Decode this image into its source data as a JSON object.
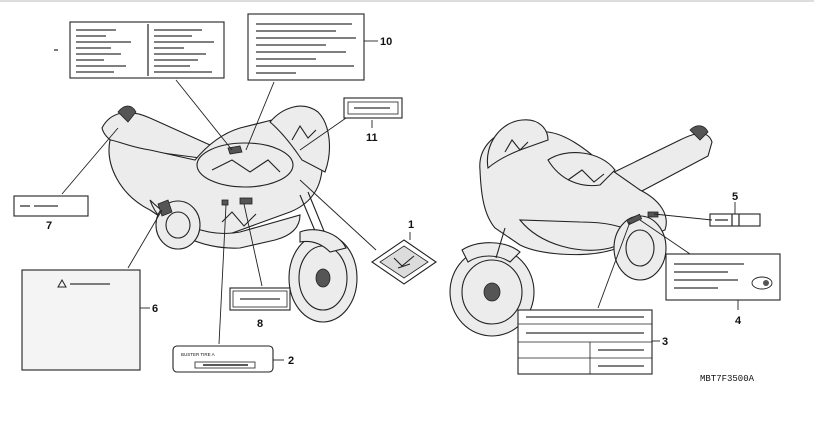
{
  "diagram": {
    "callouts": [
      {
        "id": "1",
        "label": "1"
      },
      {
        "id": "2",
        "label": "2"
      },
      {
        "id": "3",
        "label": "3"
      },
      {
        "id": "4",
        "label": "4"
      },
      {
        "id": "5",
        "label": "5"
      },
      {
        "id": "6",
        "label": "6"
      },
      {
        "id": "7",
        "label": "7"
      },
      {
        "id": "8",
        "label": "8"
      },
      {
        "id": "10",
        "label": "10"
      },
      {
        "id": "11",
        "label": "11"
      }
    ],
    "part_number": "MBT7F3500A",
    "label2_text_left": "BUSTER TIRE A",
    "colors": {
      "line": "#222222",
      "fill": "#ececec",
      "background": "#ffffff"
    }
  }
}
